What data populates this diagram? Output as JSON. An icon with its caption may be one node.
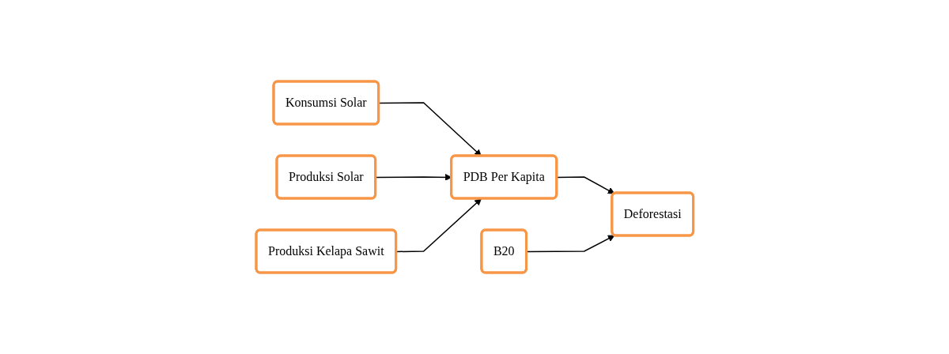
{
  "diagram": {
    "nodes": [
      {
        "text": [
          "Konsumsi Solar"
        ]
      },
      {
        "text": [
          "Produksi Solar"
        ]
      },
      {
        "text": [
          "Produksi Kelapa Sawit"
        ]
      },
      {
        "text": [
          "PDB Per Kapita"
        ]
      },
      {
        "text": [
          "Deforestasi"
        ]
      },
      {
        "text": [
          "B20"
        ]
      }
    ],
    "edges": [
      {
        "from": 0,
        "to": 3,
        "arrow": "to"
      },
      {
        "from": 1,
        "to": 3,
        "arrow": "to"
      },
      {
        "from": 2,
        "to": 3,
        "arrow": "to"
      },
      {
        "from": 3,
        "to": 4,
        "arrow": "to"
      },
      {
        "from": 5,
        "to": 4,
        "arrow": "to"
      }
    ]
  }
}
